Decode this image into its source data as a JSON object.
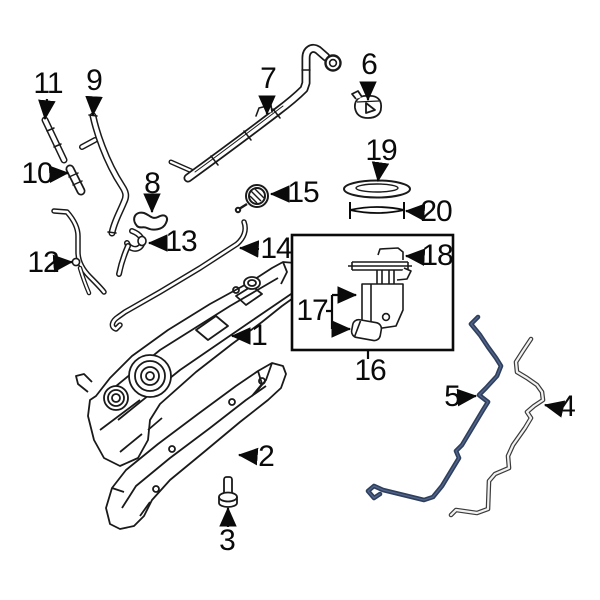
{
  "image": {
    "background": "#ffffff"
  },
  "colors": {
    "line_art": "#1a1a1a",
    "part5_line": "#2e3f5c",
    "part5_core": "#53648c",
    "part4_outline": "#3a3a3a",
    "part4_line": "#f2f2f2"
  },
  "callouts": {
    "c1": "1",
    "c2": "2",
    "c3": "3",
    "c4": "4",
    "c5": "5",
    "c6": "6",
    "c7": "7",
    "c8": "8",
    "c9": "9",
    "c10": "10",
    "c11": "11",
    "c12": "12",
    "c13": "13",
    "c14": "14",
    "c15": "15",
    "c16": "16",
    "c17": "17",
    "c18": "18",
    "c19": "19",
    "c20": "20"
  }
}
